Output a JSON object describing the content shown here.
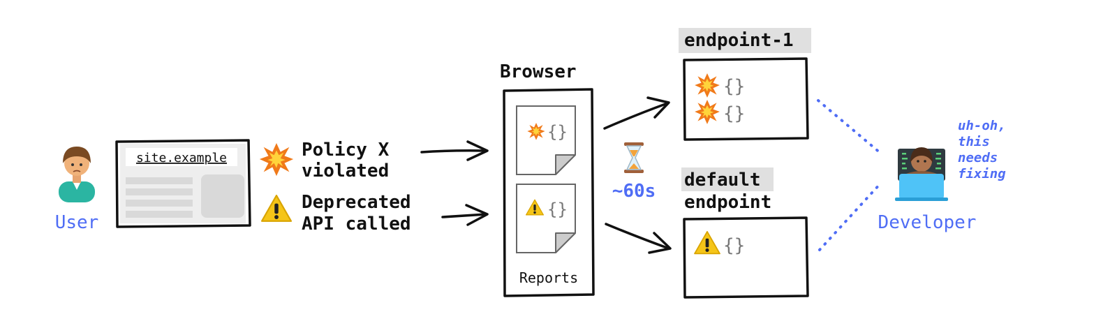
{
  "colors": {
    "accent": "#4f6df5",
    "ink": "#111111",
    "label_bg": "#e0e0e0",
    "page_gray": "#d9d9d9",
    "warning": "#f5c518",
    "explosion": "#f07a1a"
  },
  "user": {
    "label": "User",
    "icon": "person-icon"
  },
  "site": {
    "url": "site.example"
  },
  "events": [
    {
      "icon": "explosion-icon",
      "line1": "Policy X",
      "line2": "violated"
    },
    {
      "icon": "warning-icon",
      "line1": "Deprecated",
      "line2": "API called"
    }
  ],
  "browser": {
    "title": "Browser",
    "caption": "Reports",
    "reports": [
      {
        "icon": "explosion-icon",
        "glyph": "{}"
      },
      {
        "icon": "warning-icon",
        "glyph": "{}"
      }
    ]
  },
  "delay": {
    "icon": "hourglass-icon",
    "label": "~60s"
  },
  "endpoint1": {
    "title": "endpoint-1",
    "items": [
      {
        "icon": "explosion-icon",
        "glyph": "{}"
      },
      {
        "icon": "explosion-icon",
        "glyph": "{}"
      }
    ]
  },
  "default_endpoint": {
    "title_line1": "default",
    "title_line2": "endpoint",
    "items": [
      {
        "icon": "warning-icon",
        "glyph": "{}"
      }
    ]
  },
  "developer": {
    "label": "Developer",
    "icon": "developer-icon",
    "thought": [
      "uh-oh,",
      "this",
      "needs",
      "fixing"
    ]
  }
}
